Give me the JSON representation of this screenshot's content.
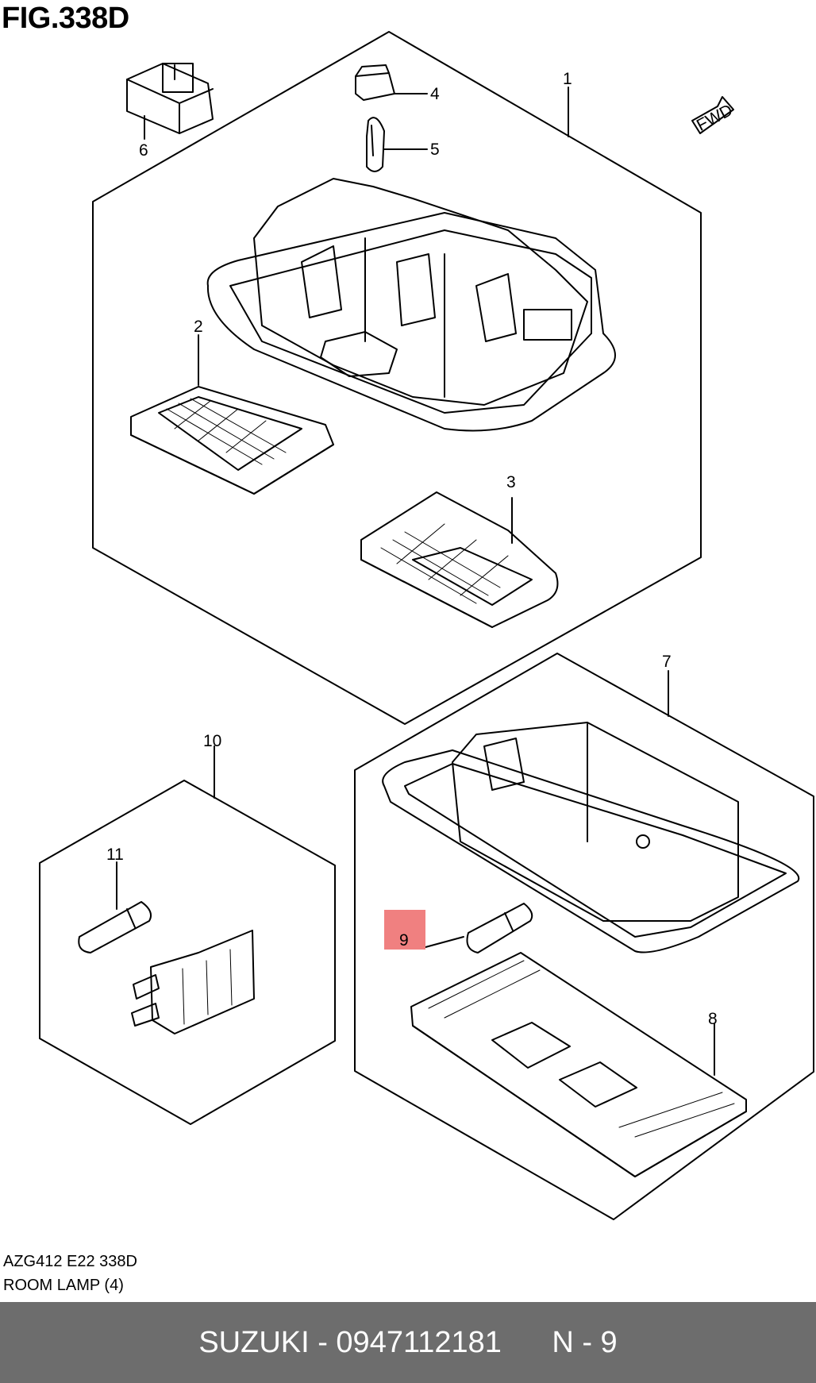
{
  "figure": {
    "title": "FIG.338D"
  },
  "callouts": {
    "c1": "1",
    "c2": "2",
    "c3": "3",
    "c4": "4",
    "c5": "5",
    "c6": "6",
    "c7": "7",
    "c8": "8",
    "c9": "9",
    "c10": "10",
    "c11": "11"
  },
  "highlight": {
    "label": "9",
    "color": "#f08080"
  },
  "fwd_label": "FWD",
  "caption": {
    "code": "AZG412 E22 338D",
    "name": "ROOM LAMP (4)"
  },
  "footer": {
    "brand_part": "SUZUKI - 0947112181",
    "quantity": "N - 9",
    "background": "#6d6d6d"
  }
}
